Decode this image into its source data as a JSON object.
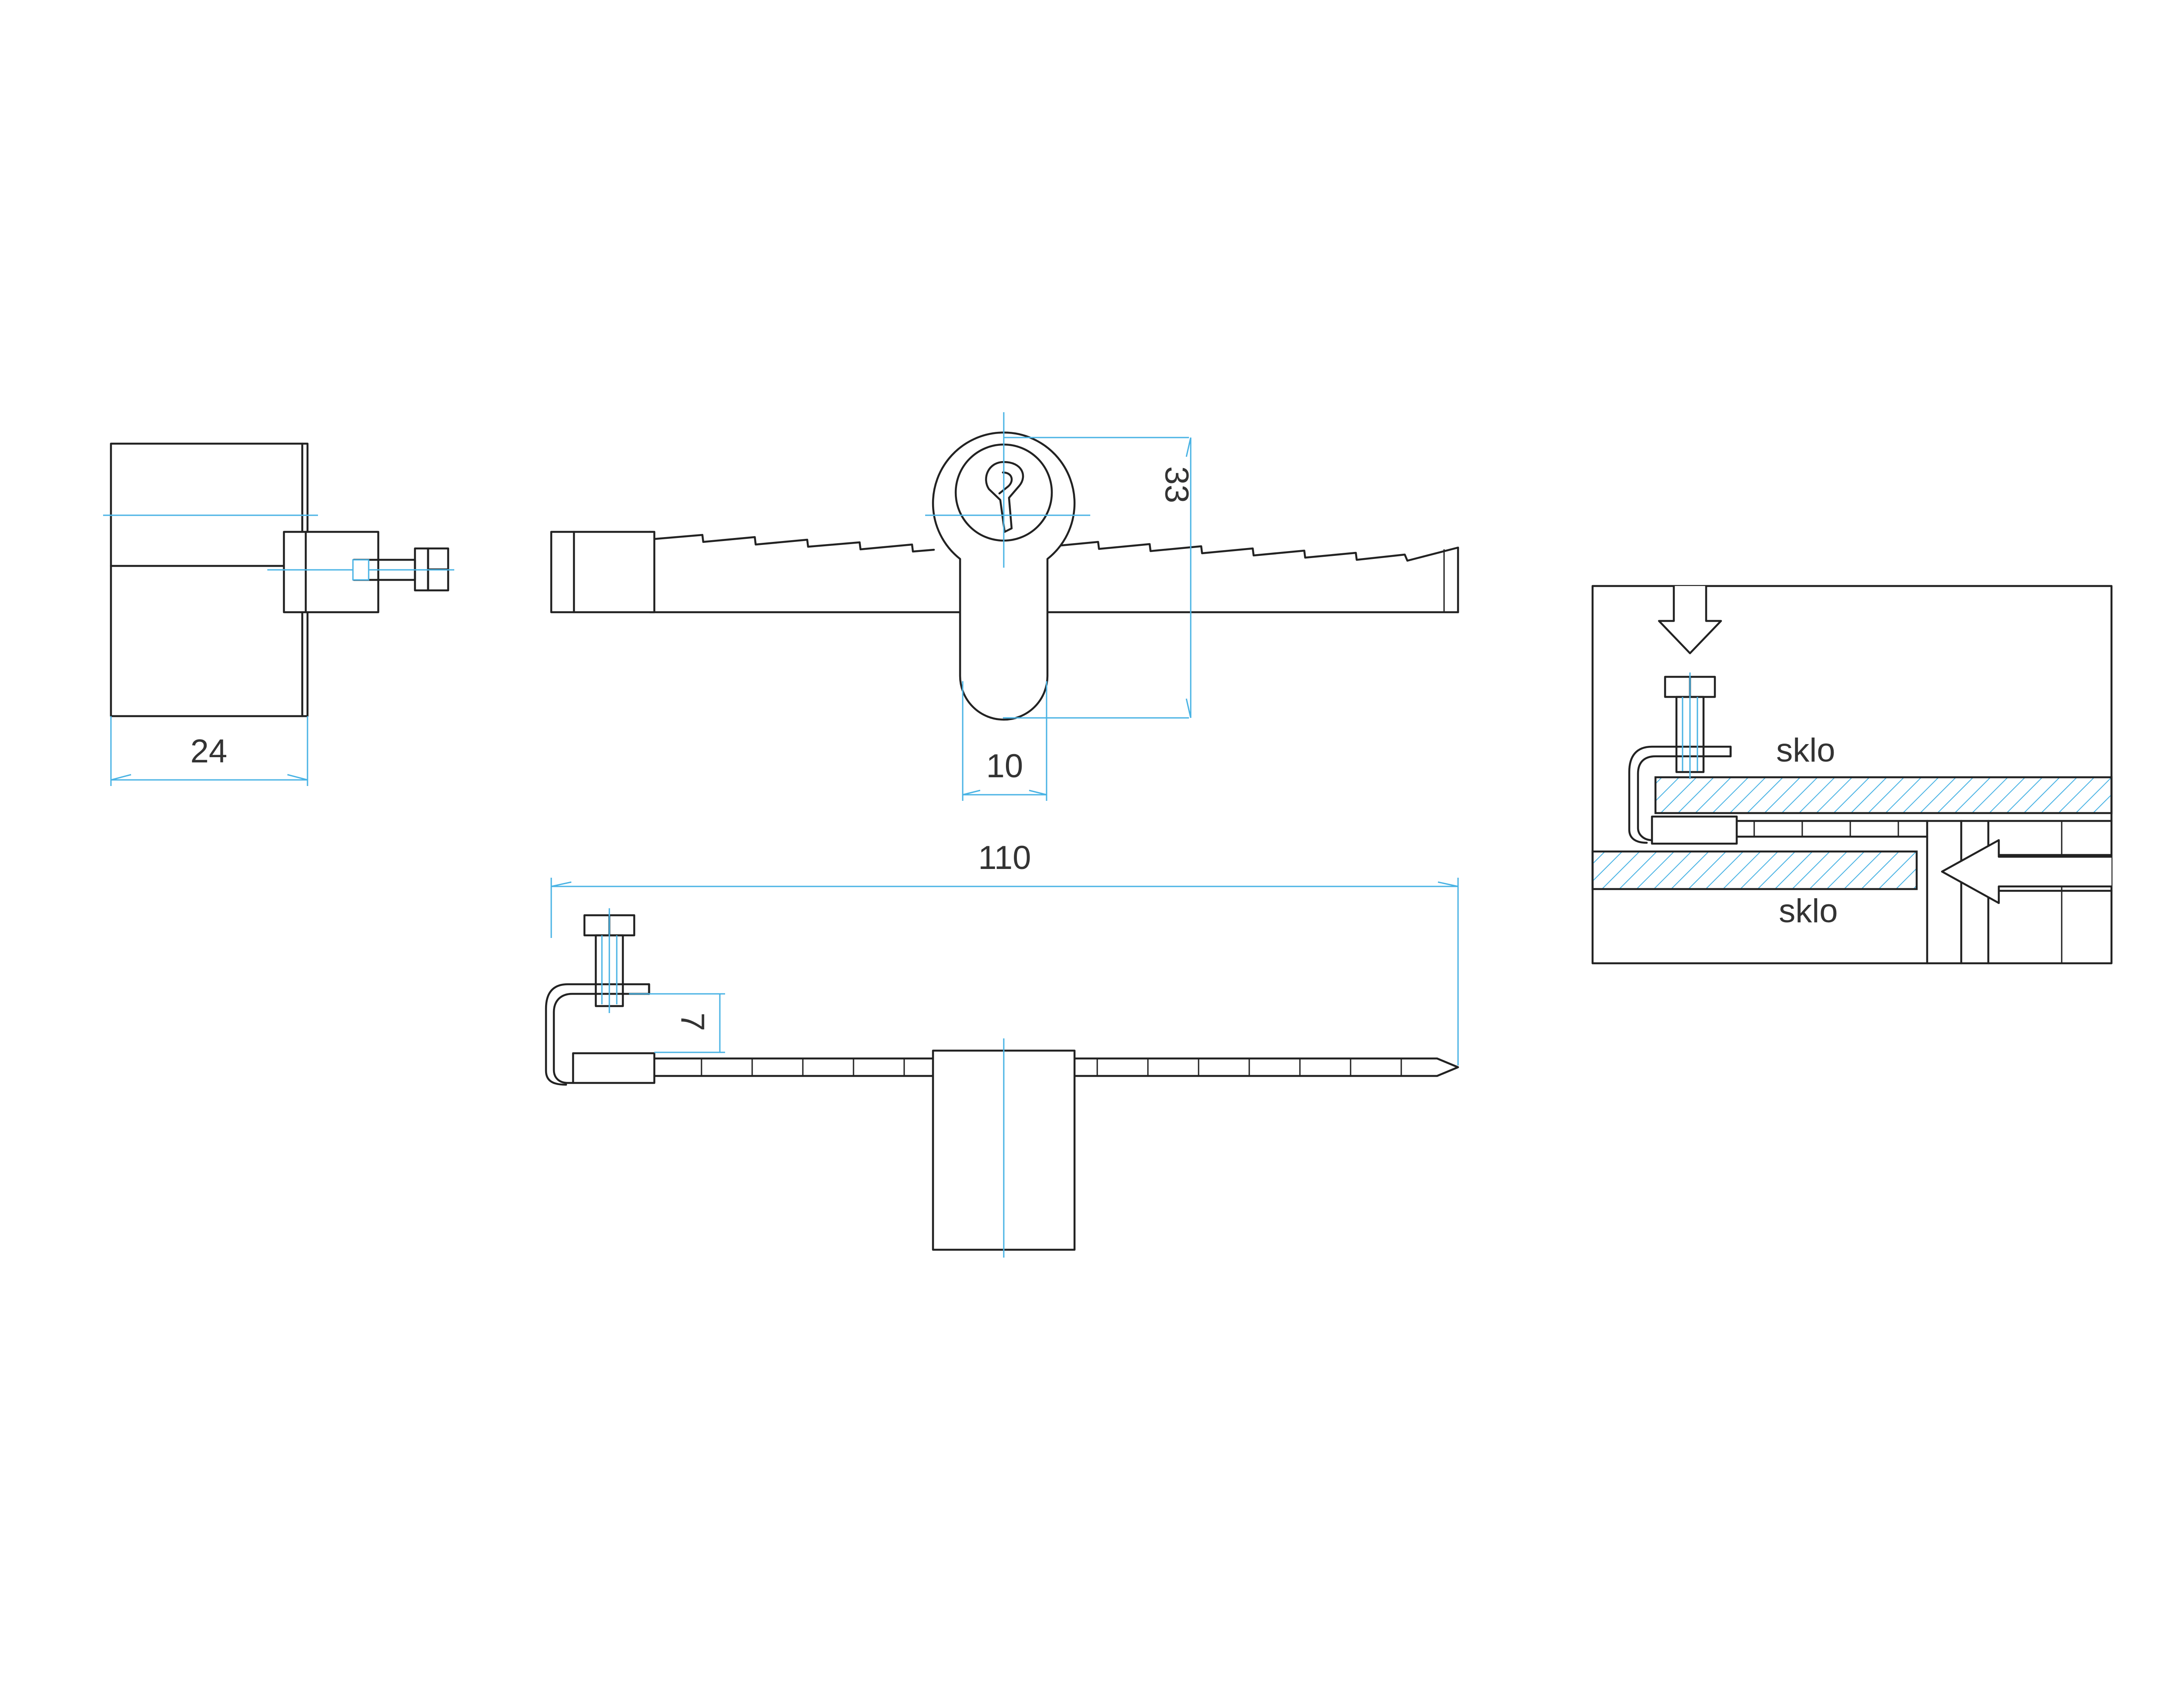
{
  "colors": {
    "line": "#222222",
    "dimension": "#49b3e4",
    "background": "#ffffff"
  },
  "dimensions": {
    "width_side": "24",
    "height_cylinder": "33",
    "width_cylinder": "10",
    "length_total": "110",
    "clamp_height": "7"
  },
  "detail": {
    "upper_label": "sklo",
    "lower_label": "sklo"
  }
}
